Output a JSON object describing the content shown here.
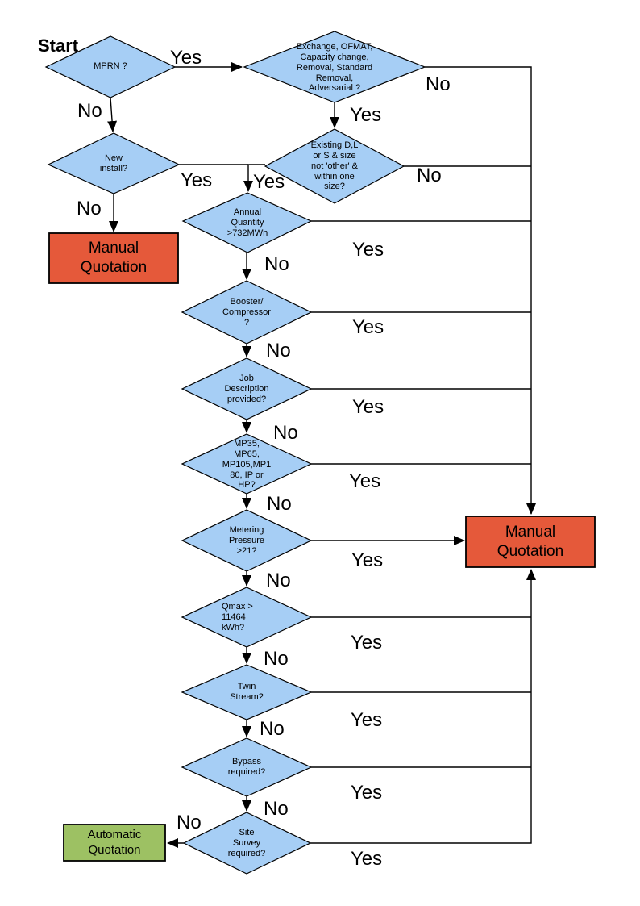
{
  "labels": {
    "start": "Start"
  },
  "colors": {
    "decision_fill": "#A6CEF5",
    "manual_fill": "#E5593A",
    "auto_fill": "#9DC163",
    "line": "#000000"
  },
  "nodes": {
    "mprn": "MPRN ?",
    "exchange": "Exchange, OFMAT,\nCapacity change,\nRemoval, Standard\nRemoval,\nAdversarial ?",
    "existing": "Existing D,L\nor S & size\nnot 'other' &\nwithin one\nsize?",
    "new_install": "New\ninstall?",
    "manual_quotation_left": "Manual\nQuotation",
    "annual_quantity": "Annual\nQuantity\n>732MWh",
    "booster": "Booster/\nCompressor\n?",
    "job_description": "Job\nDescription\nprovided?",
    "meter_type": "MP35,\nMP65,\nMP105,MP1\n80, IP or\nHP?",
    "metering_pressure": "Metering\nPressure\n>21?",
    "manual_quotation_right": "Manual\nQuotation",
    "qmax": "Qmax >\n11464\nkWh?",
    "twin_stream": "Twin\nStream?",
    "bypass": "Bypass\nrequired?",
    "site_survey": "Site\nSurvey\nrequired?",
    "automatic_quotation": "Automatic\nQuotation"
  },
  "edges": {
    "mprn_yes": "Yes",
    "mprn_no": "No",
    "exchange_yes": "Yes",
    "exchange_no": "No",
    "existing_yes": "Yes",
    "existing_no": "No",
    "new_install_yes": "Yes",
    "new_install_no": "No",
    "annual_yes": "Yes",
    "annual_no": "No",
    "booster_yes": "Yes",
    "booster_no": "No",
    "job_yes": "Yes",
    "job_no": "No",
    "meter_type_yes": "Yes",
    "meter_type_no": "No",
    "metering_yes": "Yes",
    "metering_no": "No",
    "qmax_yes": "Yes",
    "qmax_no": "No",
    "twin_yes": "Yes",
    "twin_no": "No",
    "bypass_yes": "Yes",
    "bypass_no": "No",
    "site_yes": "Yes",
    "site_no": "No"
  }
}
